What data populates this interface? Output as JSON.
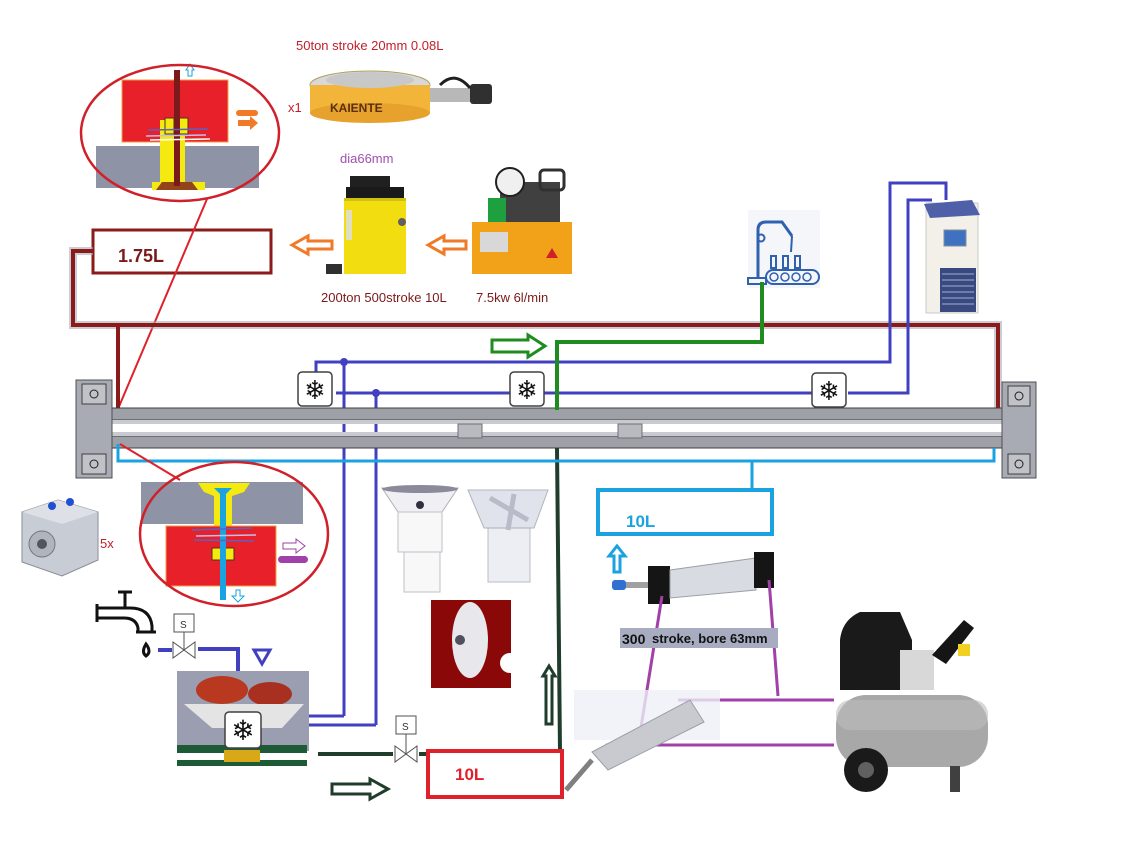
{
  "labels": {
    "small_cylinder_spec": "50ton stroke 20mm 0.08L",
    "small_cylinder_brand": "KAIENTE",
    "small_cylinder_qty": "x1",
    "big_cylinder_dia": "dia66mm",
    "big_cylinder_spec": "200ton 500stroke 10L",
    "pump_spec": "7.5kw 6l/min",
    "tank_top": "1.75L",
    "tank_blue": "10L",
    "tank_red": "10L",
    "air_cylinder_spec_num": "300",
    "air_cylinder_spec_text": "stroke, bore 63mm",
    "compact_cylinder_qty": "5x",
    "valve_symbol_1": "S",
    "valve_symbol_2": "S",
    "snowflake": "❄"
  },
  "colors": {
    "hydraulic_line": "#8b1a1a",
    "coolant_line": "#4040c0",
    "water_return_line": "#1aa3e0",
    "green_line": "#1e8c1e",
    "dark_green_line": "#1f3d2a",
    "air_line": "#a040a8",
    "callout_red": "#e0202a",
    "orange_arrow": "#f07a28",
    "label_red": "#c0202a",
    "label_purple": "#a050b0",
    "label_dark_red": "#7a1a1a"
  }
}
